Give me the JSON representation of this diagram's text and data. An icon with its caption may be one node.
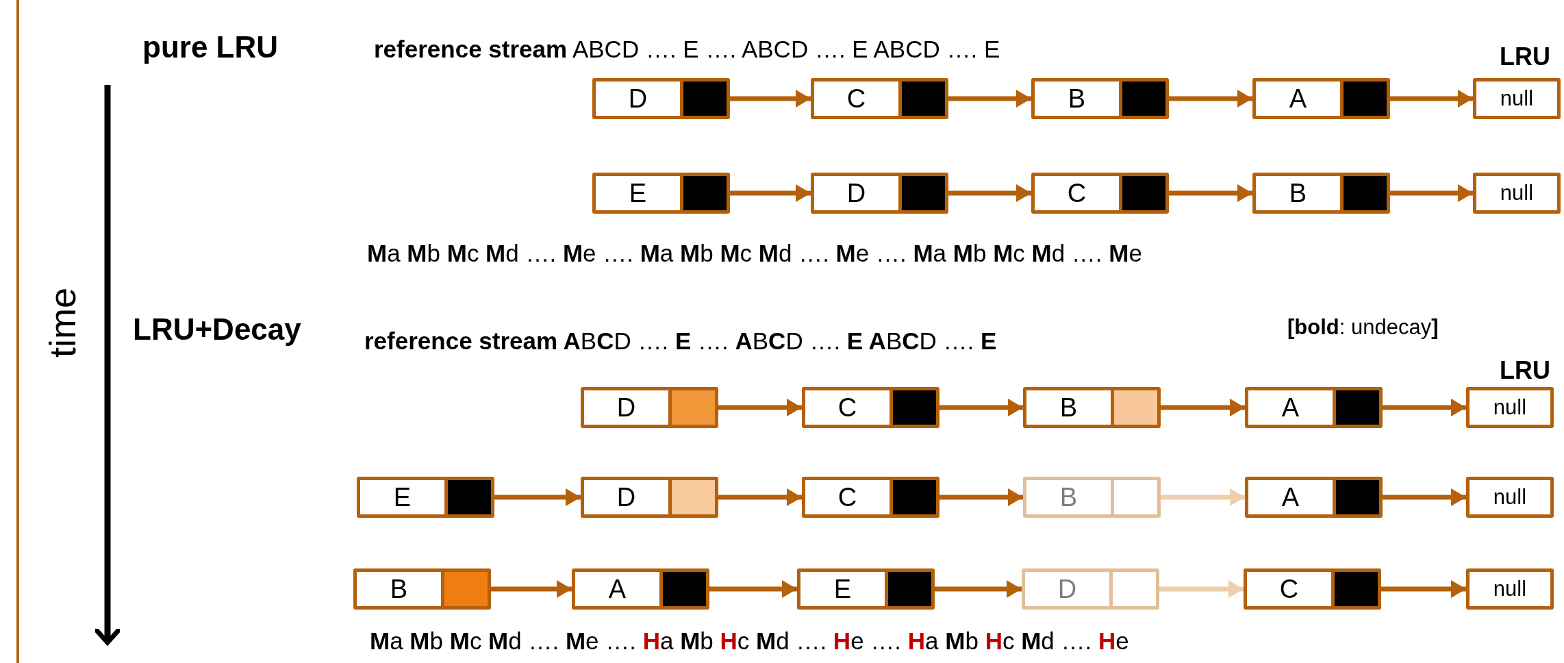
{
  "diagram": {
    "nodes": [
      {
        "text": [
          "D"
        ]
      },
      {
        "text": [],
        "shape": "box",
        "in": 0
      },
      {
        "text": [
          "C"
        ]
      },
      {
        "text": [],
        "shape": "box",
        "in": 2
      },
      {
        "text": [
          "B"
        ]
      },
      {
        "text": [],
        "shape": "box",
        "in": 4
      },
      {
        "text": [
          "A"
        ]
      },
      {
        "text": [],
        "shape": "box",
        "in": 6
      },
      {
        "text": [
          "null"
        ]
      },
      {
        "text": [
          "E"
        ]
      },
      {
        "text": [],
        "shape": "box",
        "in": 9
      },
      {
        "text": [
          "D"
        ]
      },
      {
        "text": [],
        "shape": "box",
        "in": 11
      },
      {
        "text": [
          "C"
        ]
      },
      {
        "text": [],
        "shape": "box",
        "in": 13
      },
      {
        "text": [
          "B"
        ]
      },
      {
        "text": [],
        "shape": "box",
        "in": 15
      },
      {
        "text": [
          "null"
        ]
      },
      {
        "text": [
          "D"
        ]
      },
      {
        "text": [],
        "shape": "box",
        "in": 18
      },
      {
        "text": [
          "C"
        ]
      },
      {
        "text": [],
        "shape": "box",
        "in": 20
      },
      {
        "text": [
          "B"
        ]
      },
      {
        "text": [],
        "shape": "box",
        "in": 22
      },
      {
        "text": [
          "A"
        ]
      },
      {
        "text": [],
        "shape": "box",
        "in": 24
      },
      {
        "text": [
          "null"
        ]
      },
      {
        "text": [
          "E"
        ]
      },
      {
        "text": [],
        "shape": "box",
        "in": 27
      },
      {
        "text": [
          "D"
        ]
      },
      {
        "text": [],
        "shape": "box",
        "in": 29
      },
      {
        "text": [
          "C"
        ]
      },
      {
        "text": [],
        "shape": "box",
        "in": 31
      },
      {
        "text": [
          "B"
        ]
      },
      {
        "text": [],
        "shape": "box",
        "in": 33
      },
      {
        "text": [
          "A"
        ]
      },
      {
        "text": [],
        "shape": "box",
        "in": 35
      },
      {
        "text": [
          "null"
        ]
      },
      {
        "text": [
          "B"
        ]
      },
      {
        "text": [],
        "shape": "box",
        "in": 38
      },
      {
        "text": [
          "A"
        ]
      },
      {
        "text": [],
        "shape": "box",
        "in": 40
      },
      {
        "text": [
          "E"
        ]
      },
      {
        "text": [],
        "shape": "box",
        "in": 42
      },
      {
        "text": [
          "D"
        ]
      },
      {
        "text": [],
        "shape": "box",
        "in": 44
      },
      {
        "text": [
          "C"
        ]
      },
      {
        "text": [],
        "shape": "box",
        "in": 46
      },
      {
        "text": [
          "null"
        ]
      }
    ],
    "edges": [
      {
        "from": 1,
        "to": 2,
        "arrow": "to"
      },
      {
        "from": 3,
        "to": 4,
        "arrow": "to"
      },
      {
        "from": 5,
        "to": 6,
        "arrow": "to"
      },
      {
        "from": 7,
        "to": 8,
        "arrow": "to"
      },
      {
        "from": 10,
        "to": 11,
        "arrow": "to"
      },
      {
        "from": 12,
        "to": 13,
        "arrow": "to"
      },
      {
        "from": 14,
        "to": 15,
        "arrow": "to"
      },
      {
        "from": 16,
        "to": 17,
        "arrow": "to"
      },
      {
        "from": 19,
        "to": 20,
        "arrow": "to"
      },
      {
        "from": 21,
        "to": 22,
        "arrow": "to"
      },
      {
        "from": 23,
        "to": 24,
        "arrow": "to"
      },
      {
        "from": 25,
        "to": 26,
        "arrow": "to"
      },
      {
        "from": 28,
        "to": 29,
        "arrow": "to"
      },
      {
        "from": 30,
        "to": 31,
        "arrow": "to"
      },
      {
        "from": 32,
        "to": 33,
        "arrow": "to"
      },
      {
        "from": 34,
        "to": 35,
        "arrow": "to",
        "color": "#edcfae"
      },
      {
        "from": 36,
        "to": 37,
        "arrow": "to"
      },
      {
        "from": 39,
        "to": 40,
        "arrow": "to"
      },
      {
        "from": 41,
        "to": 42,
        "arrow": "to"
      },
      {
        "from": 43,
        "to": 44,
        "arrow": "to"
      },
      {
        "from": 45,
        "to": 46,
        "arrow": "to",
        "color": "#edcfae"
      },
      {
        "from": 47,
        "to": 48,
        "arrow": "to"
      }
    ],
    "labels": [
      "pure LRU",
      "**reference stream** ABCD …. E …. ABCD …. E ABCD …. E",
      "LRU",
      "**M**a **M**b **M**c **M**d …. **M**e …. **M**a **M**b **M**c **M**d …. **M**e …. **M**a **M**b **M**c **M**d …. **M**e",
      "time",
      "LRU+Decay",
      "**[bold**: undecay**]**",
      "**reference stream A**B**C**D …. **E** …. **A**B**C**D …. **E A**B**C**D …. **E**",
      "LRU",
      "**M**a **M**b **M**c **M**d …. **M**e …. **H**a **M**b **H**c **M**d …. **H**e …. **H**a **M**b **H**c **M**d …. **H**e"
    ]
  }
}
